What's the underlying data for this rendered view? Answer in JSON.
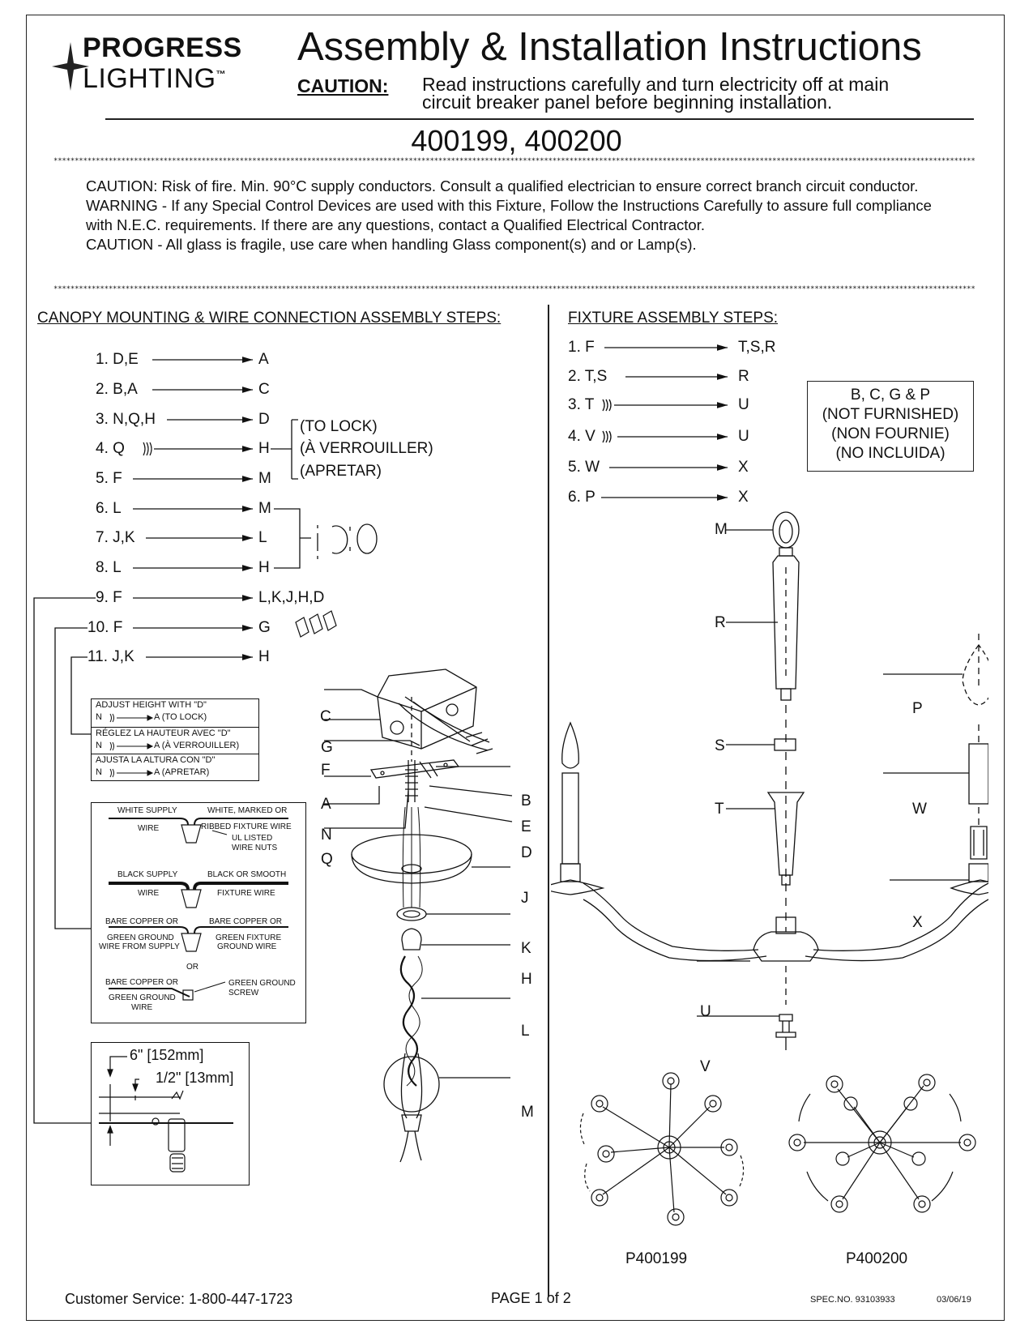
{
  "header": {
    "logo_line1": "PROGRESS",
    "logo_line2": "LIGHTING",
    "logo_tm": "™",
    "title": "Assembly & Installation Instructions",
    "caution_label": "CAUTION:",
    "caution_line1": "Read instructions carefully and turn electricity off at main",
    "caution_line2": "circuit breaker panel before beginning installation.",
    "models": "400199, 400200"
  },
  "warnings": [
    "CAUTION: Risk of fire. Min. 90°C supply conductors. Consult a qualified electrician to ensure correct branch circuit conductor.",
    "WARNING - If any Special Control Devices are used with this Fixture, Follow the Instructions Carefully to assure full compliance with N.E.C. requirements. If there are any questions, contact a Qualified Electrical Contractor.",
    "CAUTION - All glass is fragile, use care when handling Glass component(s) and or Lamp(s)."
  ],
  "stars": "**************************************************************************************************************************************************************************************************************************",
  "canopy": {
    "heading": "CANOPY MOUNTING & WIRE CONNECTION ASSEMBLY STEPS:",
    "steps": [
      {
        "n": "1.",
        "from": "D,E",
        "to": "A"
      },
      {
        "n": "2.",
        "from": "B,A",
        "to": "C"
      },
      {
        "n": "3.",
        "from": "N,Q,H",
        "to": "D"
      },
      {
        "n": "4.",
        "from": "Q",
        "to": "H"
      },
      {
        "n": "5.",
        "from": "F",
        "to": "M"
      },
      {
        "n": "6.",
        "from": "L",
        "to": "M"
      },
      {
        "n": "7.",
        "from": "J,K",
        "to": "L"
      },
      {
        "n": "8.",
        "from": "L",
        "to": "H"
      },
      {
        "n": "9.",
        "from": "F",
        "to": "L,K,J,H,D"
      },
      {
        "n": "10.",
        "from": "F",
        "to": "G"
      },
      {
        "n": "11.",
        "from": "J,K",
        "to": "H"
      }
    ],
    "lock": [
      "(TO LOCK)",
      "(À VERROUILLER)",
      "(APRETAR)"
    ],
    "adjust": [
      "ADJUST HEIGHT WITH \"D\"",
      "A (TO LOCK)",
      "RÉGLEZ LA HAUTEUR AVEC \"D\"",
      "A (À VERROUILLER)",
      "AJUSTA LA ALTURA CON \"D\"",
      "A (APRETAR)"
    ],
    "n_label": "N",
    "wiring": {
      "white_supply": "WHITE SUPPLY",
      "wire": "WIRE",
      "white_marked": "WHITE, MARKED OR",
      "ribbed": "RIBBED FIXTURE WIRE",
      "ul1": "UL LISTED",
      "ul2": "WIRE NUTS",
      "black_supply": "BLACK SUPPLY",
      "black_smooth": "BLACK OR SMOOTH",
      "fixture_wire": "FIXTURE WIRE",
      "bare1": "BARE COPPER OR",
      "green_ground_supply1": "GREEN GROUND",
      "green_ground_supply2": "WIRE FROM SUPPLY",
      "bare2": "BARE COPPER OR",
      "green_fixture1": "GREEN FIXTURE",
      "green_fixture2": "GROUND WIRE",
      "or": "OR",
      "bare3": "BARE COPPER OR",
      "green_ground3": "GREEN GROUND",
      "wire3": "WIRE",
      "screw1": "GREEN GROUND",
      "screw2": "SCREW"
    },
    "dims": {
      "d1": "6\" [152mm]",
      "d2": "1/2\" [13mm]"
    },
    "part_labels": {
      "C": "C",
      "G": "G",
      "F": "F",
      "A": "A",
      "N": "N",
      "Q": "Q",
      "B": "B",
      "E": "E",
      "D": "D",
      "J": "J",
      "K": "K",
      "H": "H",
      "L": "L",
      "M": "M"
    }
  },
  "fixture": {
    "heading": "FIXTURE ASSEMBLY STEPS:",
    "steps": [
      {
        "n": "1.",
        "from": "F",
        "to": "T,S,R"
      },
      {
        "n": "2.",
        "from": "T,S",
        "to": "R"
      },
      {
        "n": "3.",
        "from": "T",
        "to": "U"
      },
      {
        "n": "4.",
        "from": "V",
        "to": "U"
      },
      {
        "n": "5.",
        "from": "W",
        "to": "X"
      },
      {
        "n": "6.",
        "from": "P",
        "to": "X"
      }
    ],
    "not_furnished": [
      "B, C, G & P",
      "(NOT FURNISHED)",
      "(NON FOURNIE)",
      "(NO INCLUIDA)"
    ],
    "part_labels": {
      "M": "M",
      "R": "R",
      "S": "S",
      "T": "T",
      "P": "P",
      "W": "W",
      "X": "X",
      "U": "U",
      "V": "V"
    },
    "model_a": "P400199",
    "model_b": "P400200"
  },
  "footer": {
    "service": "Customer Service: 1-800-447-1723",
    "page": "PAGE 1 of 2",
    "spec": "SPEC.NO.  93103933",
    "date": "03/06/19"
  }
}
